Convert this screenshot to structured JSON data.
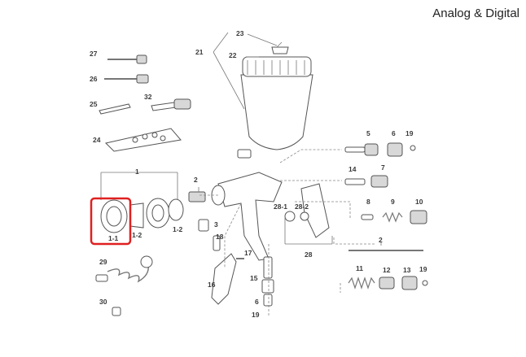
{
  "title": "Analog & Digital",
  "highlight_color": "#e02020",
  "highlighted_part": "1-1",
  "labels": {
    "p1": "1",
    "p1_1": "1-1",
    "p1_2": "1-2",
    "p1_2b": "1-2",
    "p2": "2",
    "p2b": "2",
    "p3": "3",
    "p5": "5",
    "p6": "6",
    "p6b": "6",
    "p7": "7",
    "p8": "8",
    "p9": "9",
    "p10": "10",
    "p11": "11",
    "p12": "12",
    "p13": "13",
    "p14": "14",
    "p15": "15",
    "p16": "16",
    "p17": "17",
    "p18": "18",
    "p19a": "19",
    "p19b": "19",
    "p19c": "19",
    "p21": "21",
    "p22": "22",
    "p23": "23",
    "p24": "24",
    "p25": "25",
    "p26": "26",
    "p27": "27",
    "p28": "28",
    "p28_1": "28-1",
    "p28_2": "28-2",
    "p29": "29",
    "p30": "30",
    "p32": "32"
  }
}
